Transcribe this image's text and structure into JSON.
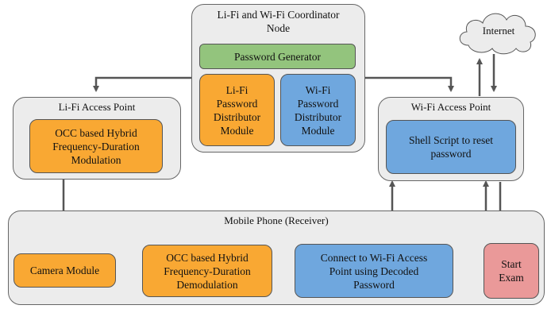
{
  "coordinator": {
    "title": "Li-Fi and Wi-Fi Coordinator\nNode",
    "password_generator": "Password Generator",
    "lifi_distributor": "Li-Fi\nPassword\nDistributor\nModule",
    "wifi_distributor": "Wi-Fi\nPassword\nDistributor\nModule"
  },
  "lifi_ap": {
    "title": "Li-Fi Access Point",
    "module": "OCC based Hybrid\nFrequency-Duration\nModulation"
  },
  "wifi_ap": {
    "title": "Wi-Fi Access Point",
    "module": "Shell Script to reset\npassword"
  },
  "internet": {
    "label": "Internet"
  },
  "mobile": {
    "title": "Mobile Phone (Receiver)",
    "camera": "Camera Module",
    "demod": "OCC based Hybrid\nFrequency-Duration\nDemodulation",
    "connect": "Connect to Wi-Fi Access\nPoint using Decoded\nPassword",
    "start": "Start\nExam"
  },
  "colors": {
    "orange": "#f9a833",
    "blue": "#6fa7de",
    "green": "#93c47d",
    "pink": "#ea9999",
    "group_bg": "#ececec",
    "arrow": "#555555"
  }
}
